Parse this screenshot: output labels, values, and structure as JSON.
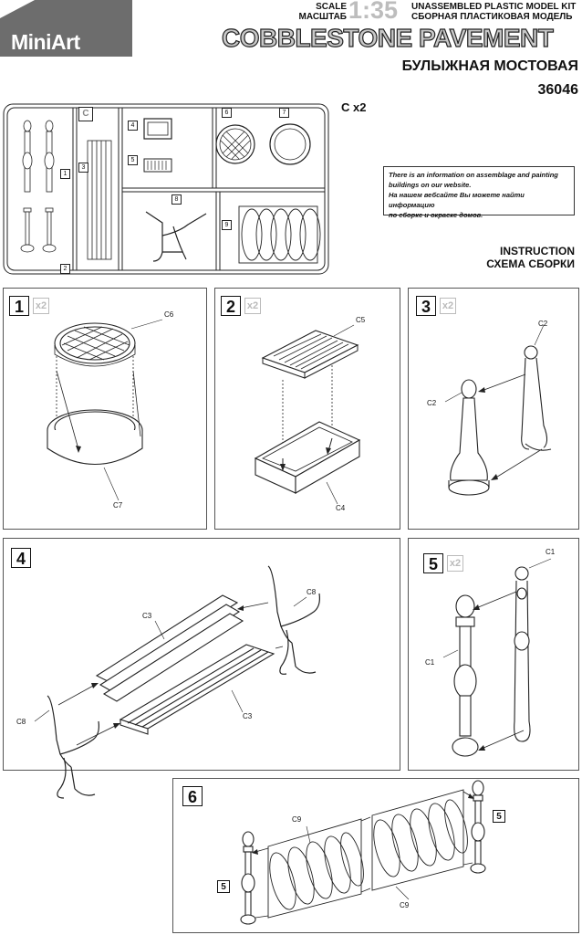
{
  "header": {
    "brand": "MiniArt",
    "scale_label_en": "SCALE",
    "scale_label_ru": "МАСШТАБ",
    "scale_value": "1:35",
    "kit_type_en": "UNASSEMBLED PLASTIC MODEL KIT",
    "kit_type_ru": "СБОРНАЯ ПЛАСТИКОВАЯ МОДЕЛЬ",
    "title_en": "COBBLESTONE PAVEMENT",
    "title_ru": "БУЛЫЖНАЯ МОСТОВАЯ",
    "kit_number": "36046"
  },
  "sprue": {
    "letter": "C",
    "quantity": "C x2",
    "part_numbers": [
      "1",
      "2",
      "3",
      "4",
      "5",
      "6",
      "7",
      "8",
      "9"
    ]
  },
  "info_box": {
    "line1_en": "There is an information on assemblage and painting",
    "line2_en": "buildings on our website.",
    "line1_ru": "На нашем вебсайте Вы можете найти информацию",
    "line2_ru": "по сборке и окраске домов."
  },
  "instruction": {
    "label_en": "INSTRUCTION",
    "label_ru": "СХЕМА СБОРКИ"
  },
  "steps": [
    {
      "number": "1",
      "multiplier": "x2",
      "parts": [
        "C6",
        "C7"
      ]
    },
    {
      "number": "2",
      "multiplier": "x2",
      "parts": [
        "C5",
        "C4"
      ]
    },
    {
      "number": "3",
      "multiplier": "x2",
      "parts": [
        "C2",
        "C2"
      ]
    },
    {
      "number": "4",
      "multiplier": "",
      "parts": [
        "C3",
        "C8",
        "C8",
        "C3"
      ]
    },
    {
      "number": "5",
      "multiplier": "x2",
      "parts": [
        "C1",
        "C1"
      ]
    },
    {
      "number": "6",
      "multiplier": "",
      "parts": [
        "C9",
        "C9"
      ],
      "refs": [
        "5",
        "5"
      ]
    }
  ]
}
